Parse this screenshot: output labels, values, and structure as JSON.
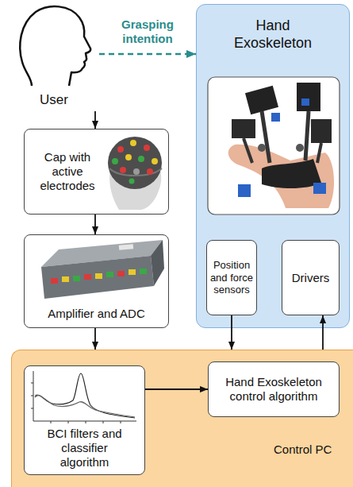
{
  "diagram": {
    "nodes": [
      {
        "text": [
          "User"
        ]
      },
      {
        "text": [
          "Hand Exoskeleton"
        ]
      },
      {
        "text": [
          "Position and force sensors"
        ],
        "in": 1
      },
      {
        "text": [
          "Drivers"
        ],
        "in": 1
      },
      {
        "text": [
          "Cap with active electrodes"
        ]
      },
      {
        "text": [
          "Amplifier and ADC"
        ]
      },
      {
        "text": [
          "Control PC"
        ]
      },
      {
        "text": [
          "BCI filters and classifier algorithm"
        ],
        "in": 6
      },
      {
        "text": [
          "Hand Exoskeleton control algorithm"
        ],
        "in": 6
      }
    ],
    "edges": [
      {
        "from": 0,
        "to": 1,
        "arrow": "to",
        "label": "Grasping intention"
      },
      {
        "from": 0,
        "to": 4,
        "arrow": "to"
      },
      {
        "from": 4,
        "to": 5,
        "arrow": "to"
      },
      {
        "from": 5,
        "to": 6,
        "arrow": "to"
      },
      {
        "from": 2,
        "to": 6,
        "arrow": "to"
      },
      {
        "from": 6,
        "to": 3,
        "arrow": "to"
      },
      {
        "from": 7,
        "to": 8,
        "arrow": "to"
      }
    ]
  }
}
